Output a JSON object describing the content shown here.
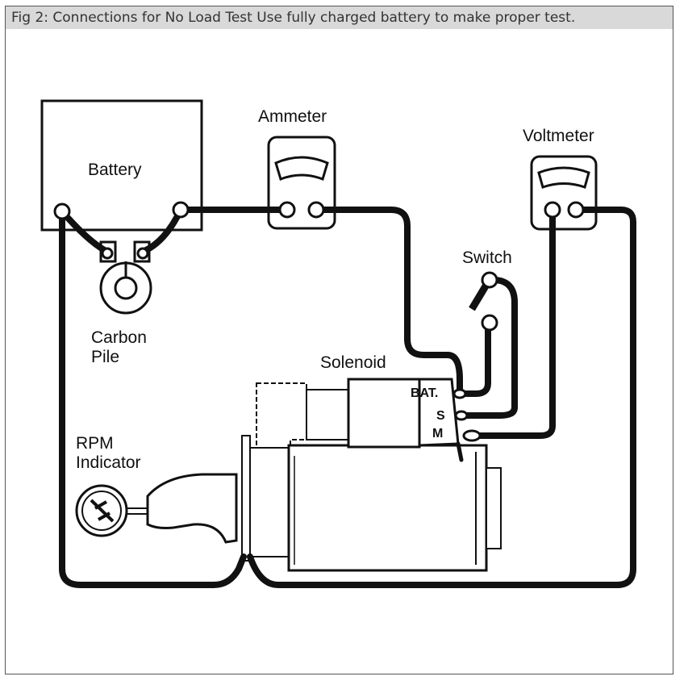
{
  "caption": "Fig 2: Connections for No Load Test Use fully charged battery to make proper test.",
  "labels": {
    "battery": "Battery",
    "ammeter": "Ammeter",
    "voltmeter": "Voltmeter",
    "switch": "Switch",
    "carbon_pile": "Carbon\nPile",
    "solenoid": "Solenoid",
    "rpm_indicator": "RPM\nIndicator",
    "terminal_bat": "BAT.",
    "terminal_s": "S",
    "terminal_m": "M"
  }
}
